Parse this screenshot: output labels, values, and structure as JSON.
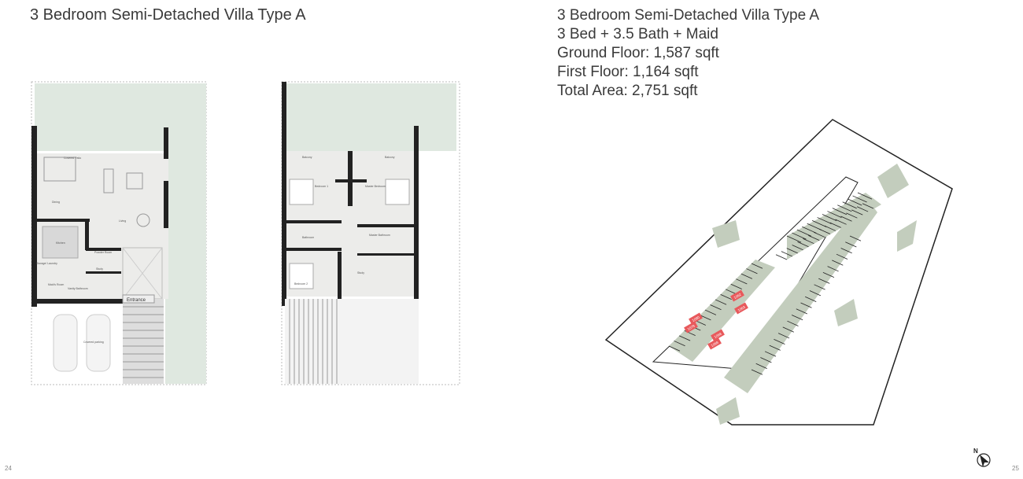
{
  "left_page": {
    "title": "3 Bedroom Semi-Detached Villa Type A",
    "page_number": "24",
    "ground_floor_rooms": {
      "covered_patio": "Covered Patio",
      "dining": "Dining",
      "living": "Living",
      "kitchen": "Kitchen",
      "storage": "Storage/ Laundry",
      "powder": "Powder Room",
      "study": "Study",
      "maids": "Maid's Room",
      "vanity": "Vanity Bathroom",
      "entrance": "Entrance",
      "parking": "Covered parking"
    },
    "first_floor_rooms": {
      "balcony_left": "Balcony",
      "balcony_right": "Balcony",
      "bedroom1": "Bedroom 1",
      "master_bedroom": "Master Bedroom",
      "bathroom": "Bathroom",
      "master_bathroom": "Master Bathroom",
      "bedroom2": "Bedroom 2",
      "study": "Study"
    }
  },
  "right_page": {
    "title": "3 Bedroom Semi-Detached Villa Type A",
    "beds": "3 Bed + 3.5 Bath + Maid",
    "ground_floor": "Ground Floor: 1,587 sqft",
    "first_floor": "First Floor: 1,164 sqft",
    "total_area": "Total Area: 2,751 sqft",
    "page_number": "25",
    "compass_label": "N",
    "highlighted_units": [
      "1062",
      "1063",
      "1080",
      "1079",
      "1068",
      "1069"
    ],
    "colors": {
      "highlight": "#e8595c",
      "green": "#c3cdbd",
      "garden": "#dfe8e0"
    }
  }
}
